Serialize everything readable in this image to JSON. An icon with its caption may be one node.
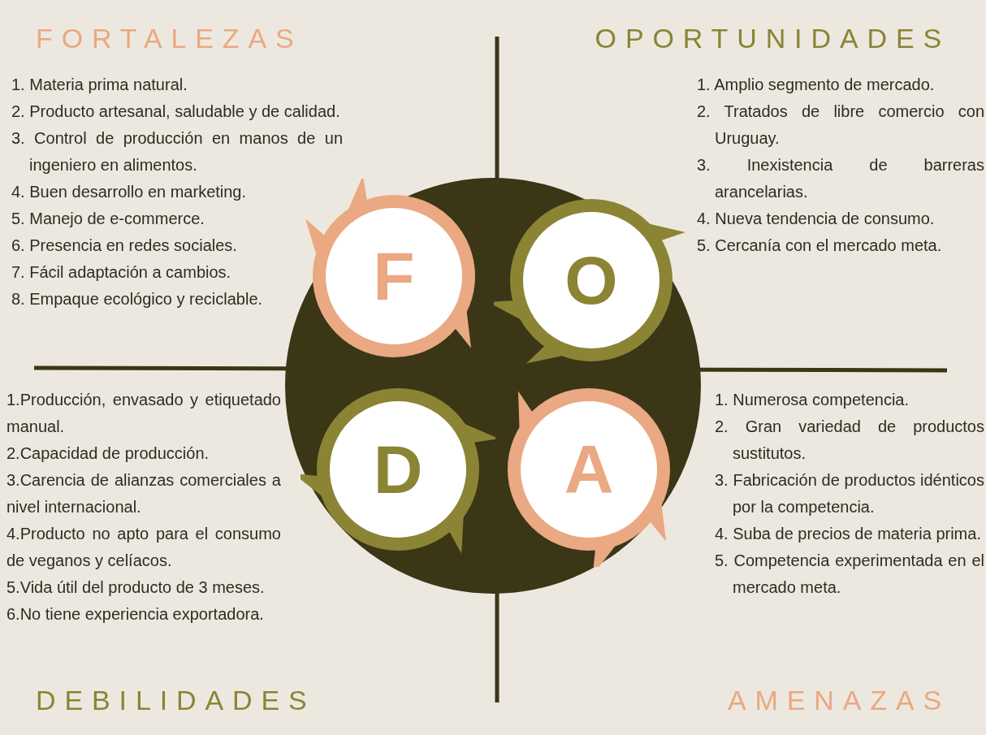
{
  "diagram": {
    "nodes": [
      {
        "text": [],
        "shape": "circle"
      },
      {
        "text": [
          "F"
        ],
        "in": 0
      },
      {
        "text": [
          "O"
        ],
        "in": 0
      },
      {
        "text": [
          "D"
        ],
        "in": 0
      },
      {
        "text": [
          "A"
        ],
        "in": 0
      }
    ],
    "edges": [],
    "labels": [
      "FORTALEZAS",
      "OPORTUNIDADES",
      "1. Materia prima natural.",
      "2. Producto artesanal, saludable y de calidad.",
      "3. Control de producción en manos de un ingeniero en alimentos.",
      "4. Buen desarrollo en marketing.",
      "5. Manejo de e-commerce.",
      "6. Presencia en redes sociales.",
      "7. Fácil adaptación a cambios.",
      "8. Empaque ecológico y reciclable.",
      "1. Amplio segmento de mercado.",
      "2. Tratados de libre comercio con Uruguay.",
      "3. Inexistencia de barreras arancelarias.",
      "4. Nueva tendencia de consumo.",
      "5. Cercanía con el mercado meta.",
      "1.Producción, envasado y etiquetado manual.",
      "2.Capacidad de producción.",
      "3.Carencia de alianzas comerciales a nivel internacional.",
      "4.Producto no apto para el consumo de veganos y celíacos.",
      "5.Vida útil del producto de 3 meses.",
      "6.No tiene experiencia exportadora.",
      "1. Numerosa competencia.",
      "2. Gran variedad de productos sustitutos.",
      "3. Fabricación de productos idénticos por la competencia.",
      "4. Suba de precios de materia prima.",
      "5. Competencia experimentada en el mercado meta.",
      "DEBILIDADES",
      "AMENAZAS"
    ]
  }
}
